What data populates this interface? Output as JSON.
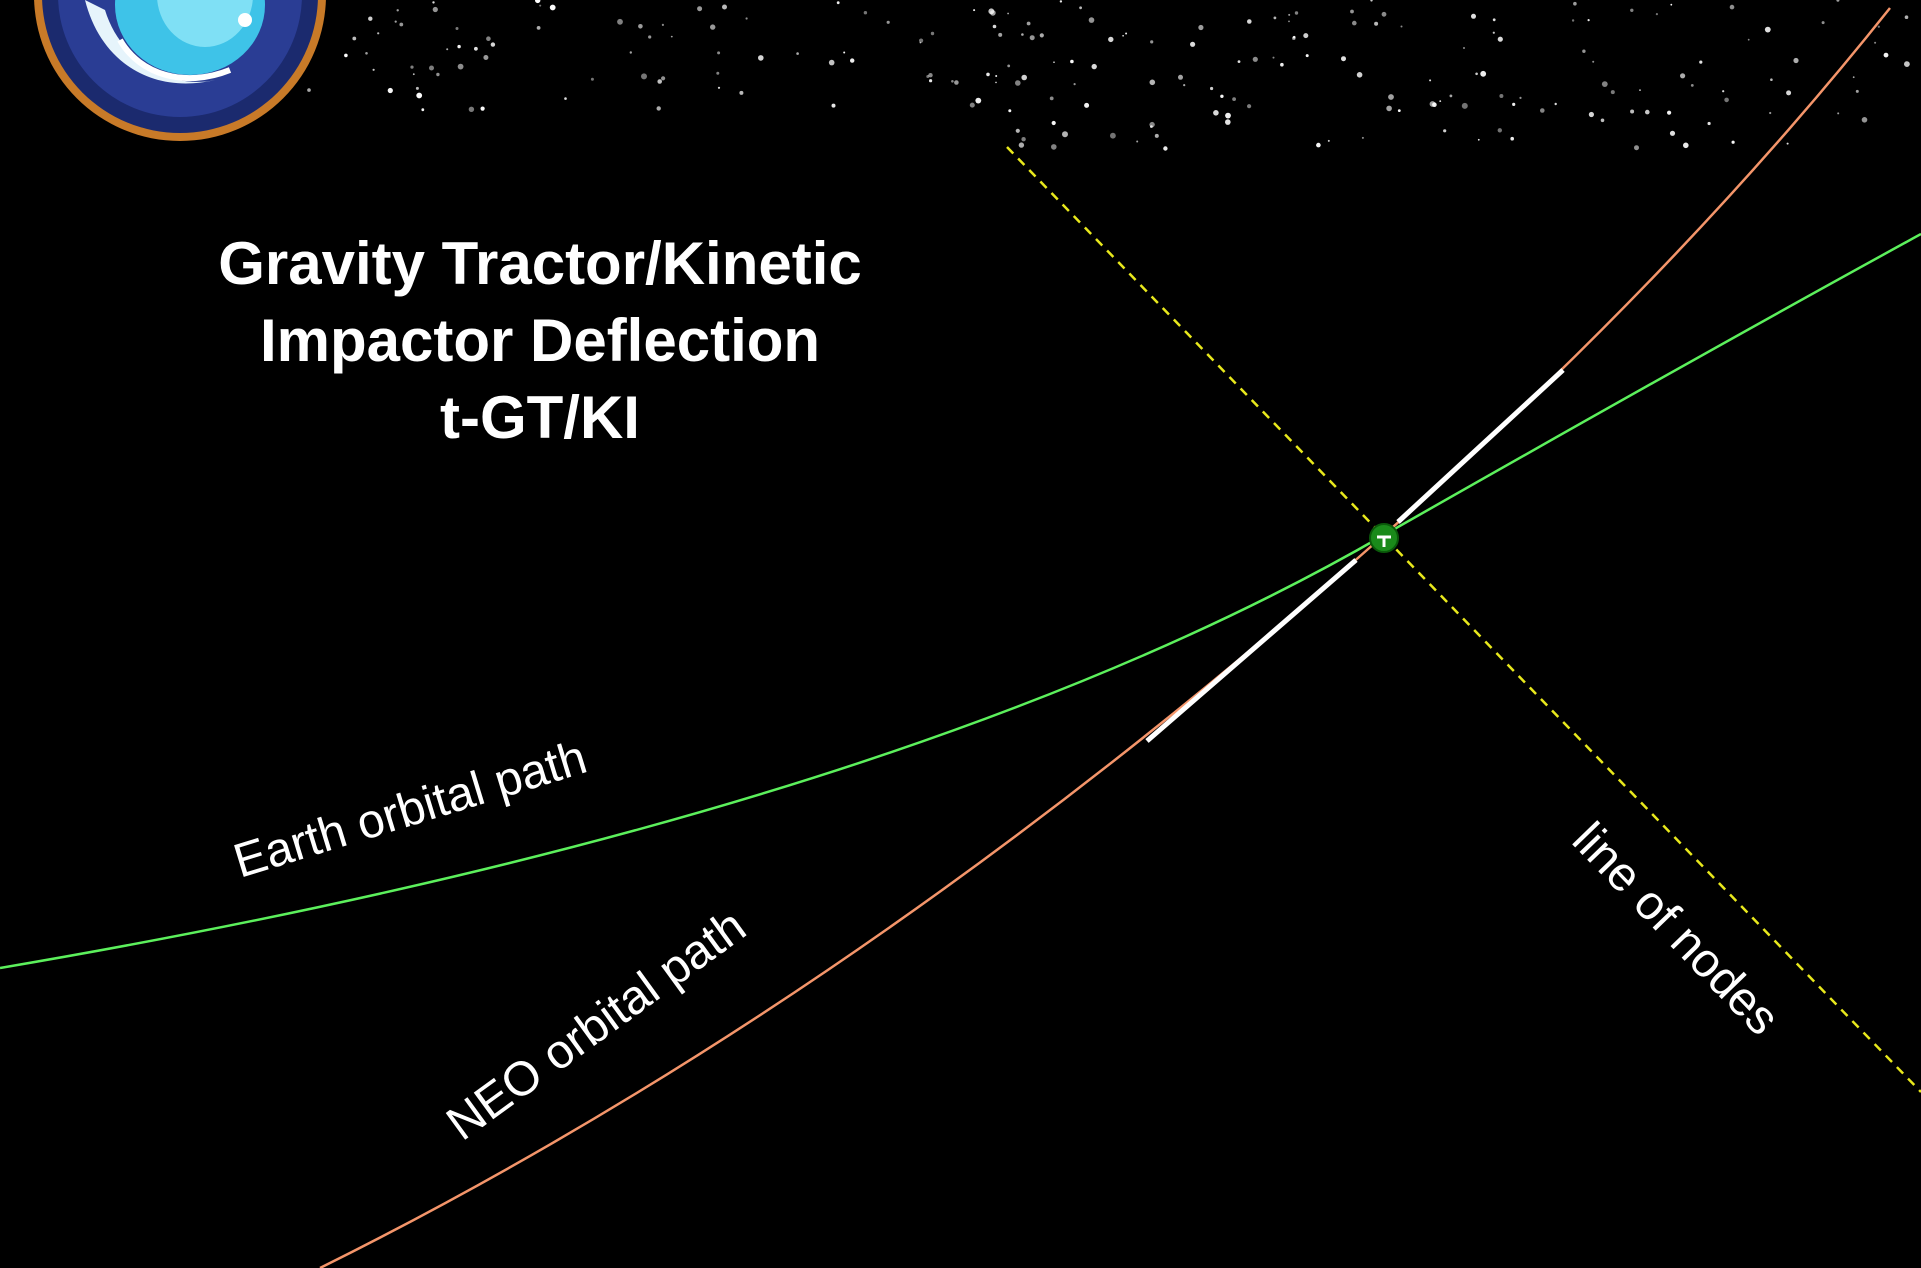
{
  "title": {
    "line1": "Gravity Tractor/Kinetic",
    "line2": "Impactor Deflection",
    "line3": "t-GT/KI"
  },
  "labels": {
    "earth_path": "Earth orbital path",
    "neo_path": "NEO orbital path",
    "line_of_nodes": "line of nodes"
  },
  "icons": {
    "logo": "mission-emblem-logo",
    "earth": "earth-icon",
    "starfield": "starfield-background"
  },
  "colors": {
    "background": "#000000",
    "earth_path": "#5cf05c",
    "neo_path": "#f4956a",
    "line_of_nodes": "#e8e81c",
    "deflection_segment": "#ffffff",
    "earth_marker": "#1a8a1a",
    "text": "#ffffff"
  }
}
